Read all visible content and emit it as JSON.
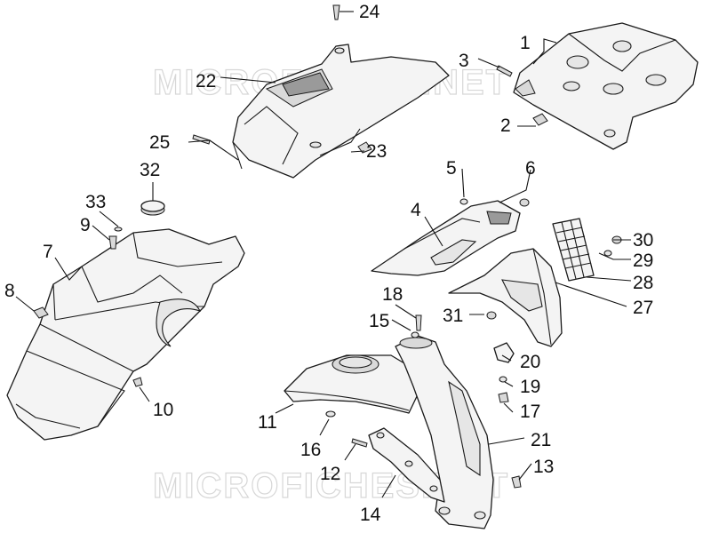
{
  "diagram": {
    "watermark": "MICROFICHES.NET",
    "callouts": [
      "1",
      "2",
      "3",
      "4",
      "5",
      "6",
      "7",
      "8",
      "9",
      "10",
      "11",
      "12",
      "13",
      "14",
      "15",
      "16",
      "17",
      "18",
      "19",
      "20",
      "21",
      "22",
      "23",
      "24",
      "25",
      "27",
      "28",
      "29",
      "30",
      "31",
      "32",
      "33"
    ]
  }
}
